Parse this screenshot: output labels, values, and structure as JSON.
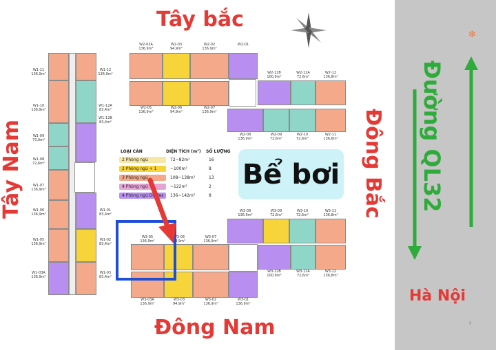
{
  "directions": {
    "north_west": "Tây bắc",
    "south_west": "Tây Nam",
    "north_east": "Đông Bắc",
    "south_east": "Đông Nam"
  },
  "pool_label": "Bể bơi",
  "road_label": "Đường QL32",
  "city_label": "Hà Nội",
  "legend": {
    "headers": [
      "LOẠI CĂN",
      "DIỆN TÍCH (m²)",
      "SỐ LƯỢNG"
    ],
    "rows": [
      {
        "type": "2 Phòng ngủ",
        "area": "72~82m²",
        "count": "16",
        "color": "#f6e7a6"
      },
      {
        "type": "2 Phòng ngủ + 1",
        "area": "~100m²",
        "count": "8",
        "color": "#f7d43a"
      },
      {
        "type": "3 Phòng ngủ",
        "area": "108~138m²",
        "count": "13",
        "color": "#f4a98a"
      },
      {
        "type": "4 Phòng ngủ",
        "area": "~122m²",
        "count": "2",
        "color": "#e5a3d6"
      },
      {
        "type": "4 Phòng ngủ Duplex",
        "area": "136~142m²",
        "count": "8",
        "color": "#b88ff0"
      }
    ]
  },
  "colors": {
    "direction_text": "#e53935",
    "road_text": "#2eab3a",
    "highlight_box": "#1e4ed8",
    "arrow": "#e53935",
    "pool_bg": "#cdf2f7",
    "road_bg": "#c6c6c6"
  },
  "units": {
    "top_row": [
      {
        "code": "W2-03A",
        "area": "136,9m²"
      },
      {
        "code": "W2-03",
        "area": "94,9m²"
      },
      {
        "code": "W2-02",
        "area": "136,9m²"
      },
      {
        "code": "W2-01",
        "area": ""
      }
    ],
    "top_right": [
      {
        "code": "W2-12B",
        "area": "100,9m²"
      },
      {
        "code": "W2-12A",
        "area": "72,6m²"
      },
      {
        "code": "W2-12",
        "area": "136,8m²"
      }
    ],
    "mid_row": [
      {
        "code": "W2-05",
        "area": "136,9m²"
      },
      {
        "code": "W2-06",
        "area": "94,9m²"
      },
      {
        "code": "W2-07",
        "area": "136,9m²"
      }
    ],
    "mid_right": [
      {
        "code": "W2-08",
        "area": "136,9m²"
      },
      {
        "code": "W2-09",
        "area": "72,6m²"
      },
      {
        "code": "W2-10",
        "area": "72,6m²"
      },
      {
        "code": "W2-11",
        "area": "136,8m²"
      }
    ],
    "left_col_a": [
      {
        "code": "W1-11",
        "area": "136,9m²"
      },
      {
        "code": "W1-10",
        "area": "136,9m²"
      },
      {
        "code": "W1-09",
        "area": "73,9m²"
      },
      {
        "code": "W1-08",
        "area": "72,6m²"
      },
      {
        "code": "W1-07",
        "area": "136,9m²"
      },
      {
        "code": "W1-06",
        "area": "136,9m²"
      },
      {
        "code": "W1-05",
        "area": "136,9m²"
      },
      {
        "code": "W1-03A",
        "area": "136,9m²"
      }
    ],
    "left_col_b": [
      {
        "code": "W1-12",
        "area": "136,9m²"
      },
      {
        "code": "W1-12A",
        "area": "83,4m²"
      },
      {
        "code": "W1-12B",
        "area": "83,4m²"
      },
      {
        "code": "W1-01",
        "area": "83,4m²"
      },
      {
        "code": "W1-02",
        "area": "83,4m²"
      },
      {
        "code": "W1-03",
        "area": "83,4m²"
      }
    ],
    "lower_row": [
      {
        "code": "W3-05",
        "area": "136,9m²"
      },
      {
        "code": "W3-06",
        "area": "94,9m²"
      },
      {
        "code": "W3-07",
        "area": "136,9m²"
      }
    ],
    "lower_right": [
      {
        "code": "W3-08",
        "area": "136,9m²"
      },
      {
        "code": "W3-09",
        "area": "72,6m²"
      },
      {
        "code": "W3-10",
        "area": "72,6m²"
      },
      {
        "code": "W3-11",
        "area": "136,8m²"
      }
    ],
    "lower_right2": [
      {
        "code": "W3-12B",
        "area": "100,9m²"
      },
      {
        "code": "W3-12A",
        "area": "72,6m²"
      },
      {
        "code": "W3-12",
        "area": "136,8m²"
      }
    ],
    "bottom_row": [
      {
        "code": "W3-03A",
        "area": "136,9m²"
      },
      {
        "code": "W3-03",
        "area": "94,9m²"
      },
      {
        "code": "W3-02",
        "area": "136,9m²"
      },
      {
        "code": "W3-01",
        "area": "136,9m²"
      }
    ]
  }
}
